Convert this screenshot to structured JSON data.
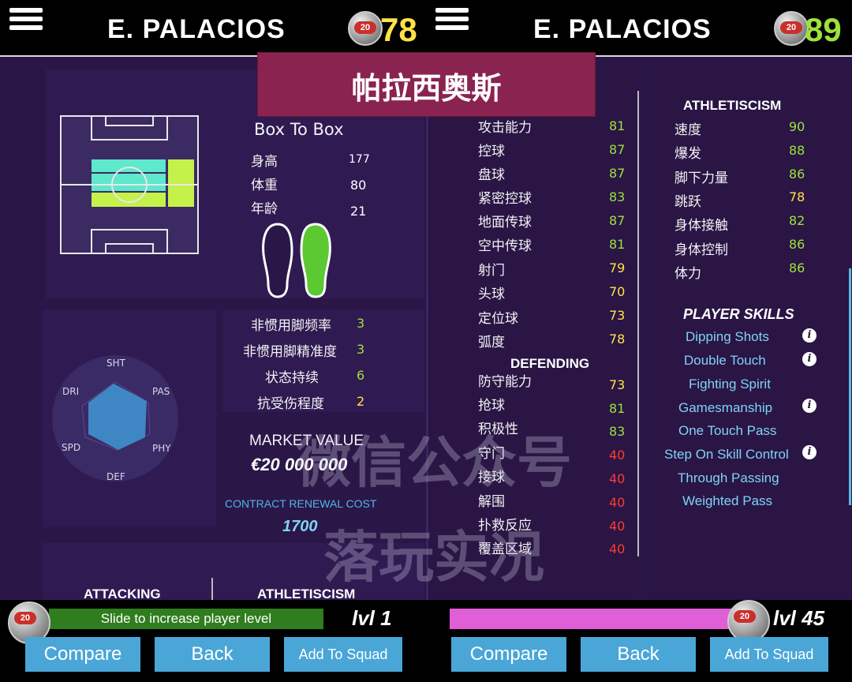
{
  "left": {
    "player_name": "E. PALACIOS",
    "rating": "78",
    "position": "Box To Box",
    "info": [
      {
        "label": "身高",
        "value": "177"
      },
      {
        "label": "体重",
        "value": "80"
      },
      {
        "label": "年龄",
        "value": "21"
      }
    ],
    "foot_stats": [
      {
        "label": "非惯用脚频率",
        "value": "3"
      },
      {
        "label": "非惯用脚精准度",
        "value": "3"
      },
      {
        "label": "状态持续",
        "value": "6"
      },
      {
        "label": "抗受伤程度",
        "value": "2"
      }
    ],
    "radar_labels": {
      "sht": "SHT",
      "pas": "PAS",
      "phy": "PHY",
      "def": "DEF",
      "spd": "SPD",
      "dri": "DRI"
    },
    "market_value_label": "MARKET VALUE",
    "market_value": "€20 000 000",
    "contract_label": "CONTRACT RENEWAL COST",
    "contract_value": "1700",
    "footer_tabs": {
      "attacking": "ATTACKING",
      "athletiscism": "ATHLETISCISM"
    },
    "slider_text": "Slide to increase player level",
    "level": "lvl 1",
    "buttons": {
      "compare": "Compare",
      "back": "Back",
      "add": "Add To Squad"
    }
  },
  "right": {
    "player_name": "E. PALACIOS",
    "rating": "89",
    "banner": "帕拉西奥斯",
    "attacking": [
      {
        "label": "攻击能力",
        "value": "81"
      },
      {
        "label": "控球",
        "value": "87"
      },
      {
        "label": "盘球",
        "value": "87"
      },
      {
        "label": "紧密控球",
        "value": "83"
      },
      {
        "label": "地面传球",
        "value": "87"
      },
      {
        "label": "空中传球",
        "value": "81"
      },
      {
        "label": "射门",
        "value": "79"
      },
      {
        "label": "头球",
        "value": "70"
      },
      {
        "label": "定位球",
        "value": "73"
      },
      {
        "label": "弧度",
        "value": "78"
      }
    ],
    "defending_title": "DEFENDING",
    "defending": [
      {
        "label": "防守能力",
        "value": "73"
      },
      {
        "label": "抢球",
        "value": "81"
      },
      {
        "label": "积极性",
        "value": "83"
      },
      {
        "label": "守门",
        "value": "40"
      },
      {
        "label": "接球",
        "value": "40"
      },
      {
        "label": "解围",
        "value": "40"
      },
      {
        "label": "扑救反应",
        "value": "40"
      },
      {
        "label": "覆盖区域",
        "value": "40"
      }
    ],
    "athletiscism_title": "ATHLETISCISM",
    "athletiscism": [
      {
        "label": "速度",
        "value": "90"
      },
      {
        "label": "爆发",
        "value": "88"
      },
      {
        "label": "脚下力量",
        "value": "86"
      },
      {
        "label": "跳跃",
        "value": "78"
      },
      {
        "label": "身体接触",
        "value": "82"
      },
      {
        "label": "身体控制",
        "value": "86"
      },
      {
        "label": "体力",
        "value": "86"
      }
    ],
    "skills_title": "PLAYER SKILLS",
    "skills": [
      "Dipping Shots",
      "Double Touch",
      "Fighting Spirit",
      "Gamesmanship",
      "One Touch Pass",
      "Step On Skill Control",
      "Through Passing",
      "Weighted Pass"
    ],
    "level": "lvl 45",
    "buttons": {
      "compare": "Compare",
      "back": "Back",
      "add": "Add To Squad"
    }
  },
  "watermark": {
    "line1": "微信公众号",
    "line2": "落玩实况"
  },
  "colors": {
    "green": "#9be23b",
    "yellow": "#ffe24a",
    "red": "#ff3b30",
    "cyan": "#7fd3f5",
    "button": "#4aa6d6",
    "magenta": "#e05ed7"
  }
}
